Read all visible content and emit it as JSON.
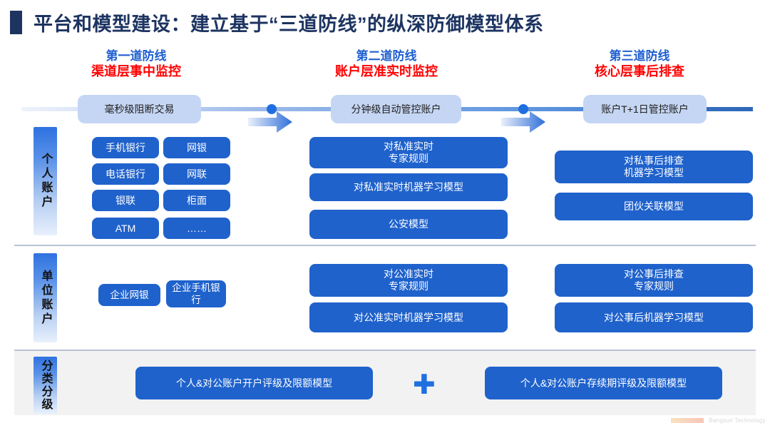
{
  "title": "平台和模型建设：建立基于“三道防线”的纵深防御模型体系",
  "defense_lines": [
    {
      "line1": "第一道防线",
      "line2": "渠道层事中监控",
      "chip": "毫秒级阻断交易"
    },
    {
      "line1": "第二道防线",
      "line2": "账户层准实时监控",
      "chip": "分钟级自动管控账户"
    },
    {
      "line1": "第三道防线",
      "line2": "核心层事后排查",
      "chip": "账户T+1日管控账户"
    }
  ],
  "sections": [
    {
      "tab": "个人账户",
      "col1": [
        "手机银行",
        "网银",
        "电话银行",
        "网联",
        "银联",
        "柜面",
        "ATM",
        "……"
      ],
      "col2": [
        "对私准实时\n专家规则",
        "对私准实时机器学习模型",
        "公安模型"
      ],
      "col3": [
        "对私事后排查\n机器学习模型",
        "团伙关联模型"
      ]
    },
    {
      "tab": "单位账户",
      "col1": [
        "企业网银",
        "企业手机银行"
      ],
      "col2": [
        "对公准实时\n专家规则",
        "对公准实时机器学习模型"
      ],
      "col3": [
        "对公事后排查\n专家规则",
        "对公事后机器学习模型"
      ]
    },
    {
      "tab": "分类分级",
      "boxes": [
        "个人&对公账户开户评级及限额模型",
        "个人&对公账户存续期评级及限额模型"
      ],
      "plus": "✚"
    }
  ],
  "watermark": {
    "text": "Bangsun Technology"
  },
  "colors": {
    "title_navy": "#1d3461",
    "line_blue": "#1f5fd0",
    "line_red": "#ff0000",
    "box_blue": "#1f62cc",
    "chip_blue": "#c5d6f4",
    "panel_gray": "#f2f2f2"
  }
}
